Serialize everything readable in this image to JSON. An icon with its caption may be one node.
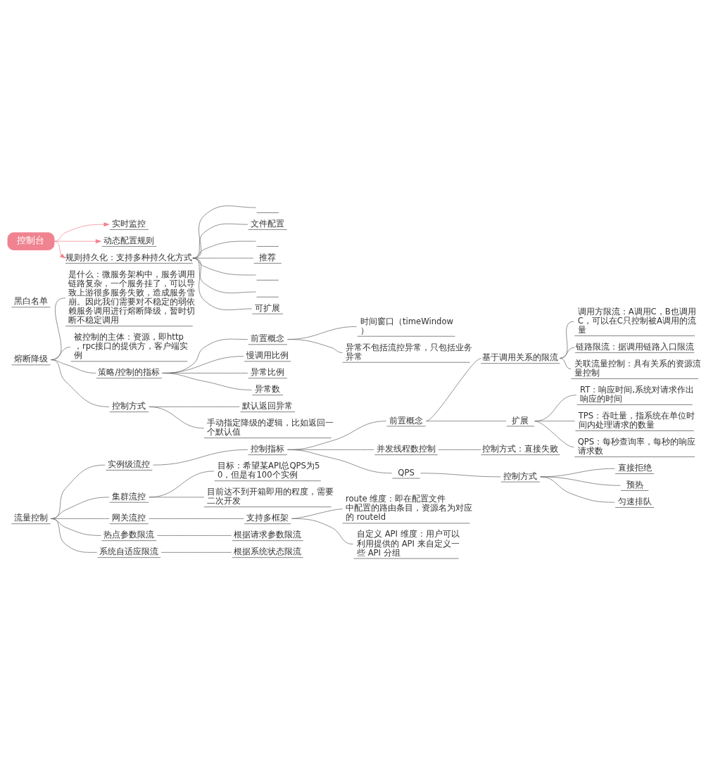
{
  "diagram": {
    "nodes": [
      {
        "text": [
          "流量控制"
        ]
      },
      {
        "text": [
          "实例级流控"
        ]
      },
      {
        "text": [
          "控制指标"
        ]
      },
      {
        "text": [
          "前置概念"
        ]
      },
      {
        "text": [
          "基于调用关系的限流"
        ]
      },
      {
        "text": [
          "调用方限流：A调用C，B也调用C，可以在C只控制被A调用的流量"
        ]
      },
      {
        "text": [
          "链路限流：据调用链路入口限流"
        ]
      },
      {
        "text": [
          "关联流量控制：具有关系的资源流量控制"
        ]
      },
      {
        "text": [
          "扩展"
        ]
      },
      {
        "text": [
          "RT：响应时间,系统对请求作出响应的时间"
        ]
      },
      {
        "text": [
          "TPS：吞吐量，指系统在单位时间内处理请求的数量"
        ]
      },
      {
        "text": [
          "QPS：每秒查询率，每秒的响应请求数"
        ]
      },
      {
        "text": [
          "并发线程数控制"
        ]
      },
      {
        "text": [
          "控制方式：直接失败"
        ]
      },
      {
        "text": [
          "QPS"
        ]
      },
      {
        "text": [
          "控制方式"
        ]
      },
      {
        "text": [
          "直接拒绝"
        ]
      },
      {
        "text": [
          "预热"
        ]
      },
      {
        "text": [
          "匀速排队"
        ]
      },
      {
        "text": [
          "集群流控"
        ]
      },
      {
        "text": [
          "目标：希望某API总QPS为50，但是有100个实例"
        ]
      },
      {
        "text": [
          "目前达不到开箱即用的程度，需要二次开发"
        ]
      },
      {
        "text": [
          "网关流控"
        ]
      },
      {
        "text": [
          "支持多框架"
        ]
      },
      {
        "text": [
          "route 维度：即在配置文件中配置的路由条目，资源名为对应的 routeId"
        ]
      },
      {
        "text": [
          "自定义 API 维度：用户可以利用提供的 API 来自定义一些 API 分组"
        ]
      },
      {
        "text": [
          "热点参数限流"
        ]
      },
      {
        "text": [
          "根据请求参数限流"
        ]
      },
      {
        "text": [
          "系统自适应限流"
        ]
      },
      {
        "text": [
          "根据系统状态限流"
        ]
      },
      {
        "text": [
          "熔断降级"
        ]
      },
      {
        "text": [
          "是什么：微服务架构中，服务调用链路复杂，一个服务挂了，可以导致上游很多服务失败，造成服务雪崩。因此我们需要对不稳定的弱依赖服务调用进行熔断降级，暂时切断不稳定调用"
        ]
      },
      {
        "text": [
          "被控制的主体：资源，即http，rpc接口的提供方，客户端实例"
        ]
      },
      {
        "text": [
          "策略/控制的指标"
        ]
      },
      {
        "text": [
          "前置概念"
        ]
      },
      {
        "text": [
          "时间窗口（timeWindow）"
        ]
      },
      {
        "text": [
          "异常不包括流控异常，只包括业务异常"
        ]
      },
      {
        "text": [
          "慢调用比例"
        ]
      },
      {
        "text": [
          "异常比例"
        ]
      },
      {
        "text": [
          "异常数"
        ]
      },
      {
        "text": [
          "控制方式"
        ]
      },
      {
        "text": [
          "默认返回异常"
        ]
      },
      {
        "text": [
          "手动指定降级的逻辑，比如返回一个默认值"
        ]
      },
      {
        "text": [
          "黑白名单"
        ]
      },
      {
        "text": [
          "实时监控"
        ]
      },
      {
        "text": [
          "动态配置规则"
        ]
      },
      {
        "text": [
          "控制台"
        ]
      },
      {
        "text": [
          "规则持久化：支持多种持久化方式"
        ]
      },
      {
        "text": [],
        "shape": "bar"
      },
      {
        "text": [
          "文件配置"
        ]
      },
      {
        "text": [],
        "shape": "bar"
      },
      {
        "text": [
          "推荐"
        ]
      },
      {
        "text": [],
        "shape": "bar"
      },
      {
        "text": [],
        "shape": "bar"
      },
      {
        "text": [
          "可扩展"
        ]
      }
    ],
    "edges": [
      {
        "from": 0,
        "to": 1,
        "arrow": "none"
      },
      {
        "from": 1,
        "to": 2,
        "arrow": "none"
      },
      {
        "from": 2,
        "to": 3,
        "arrow": "none"
      },
      {
        "from": 3,
        "to": 4,
        "arrow": "none"
      },
      {
        "from": 4,
        "to": 5,
        "arrow": "none"
      },
      {
        "from": 4,
        "to": 6,
        "arrow": "none"
      },
      {
        "from": 4,
        "to": 7,
        "arrow": "none"
      },
      {
        "from": 3,
        "to": 8,
        "arrow": "none"
      },
      {
        "from": 8,
        "to": 9,
        "arrow": "none"
      },
      {
        "from": 8,
        "to": 10,
        "arrow": "none"
      },
      {
        "from": 8,
        "to": 11,
        "arrow": "none"
      },
      {
        "from": 2,
        "to": 12,
        "arrow": "none"
      },
      {
        "from": 12,
        "to": 13,
        "arrow": "none"
      },
      {
        "from": 2,
        "to": 14,
        "arrow": "none"
      },
      {
        "from": 14,
        "to": 15,
        "arrow": "none"
      },
      {
        "from": 15,
        "to": 16,
        "arrow": "none"
      },
      {
        "from": 15,
        "to": 17,
        "arrow": "none"
      },
      {
        "from": 15,
        "to": 18,
        "arrow": "none"
      },
      {
        "from": 0,
        "to": 19,
        "arrow": "none"
      },
      {
        "from": 19,
        "to": 20,
        "arrow": "none"
      },
      {
        "from": 19,
        "to": 21,
        "arrow": "none"
      },
      {
        "from": 0,
        "to": 22,
        "arrow": "none"
      },
      {
        "from": 22,
        "to": 23,
        "arrow": "none"
      },
      {
        "from": 23,
        "to": 24,
        "arrow": "none"
      },
      {
        "from": 23,
        "to": 25,
        "arrow": "none"
      },
      {
        "from": 0,
        "to": 26,
        "arrow": "none"
      },
      {
        "from": 26,
        "to": 27,
        "arrow": "none"
      },
      {
        "from": 0,
        "to": 28,
        "arrow": "none"
      },
      {
        "from": 28,
        "to": 29,
        "arrow": "none"
      },
      {
        "from": 30,
        "to": 31,
        "arrow": "none"
      },
      {
        "from": 30,
        "to": 32,
        "arrow": "none"
      },
      {
        "from": 30,
        "to": 33,
        "arrow": "none"
      },
      {
        "from": 33,
        "to": 34,
        "arrow": "none"
      },
      {
        "from": 34,
        "to": 35,
        "arrow": "none"
      },
      {
        "from": 34,
        "to": 36,
        "arrow": "none"
      },
      {
        "from": 33,
        "to": 37,
        "arrow": "none"
      },
      {
        "from": 33,
        "to": 38,
        "arrow": "none"
      },
      {
        "from": 33,
        "to": 39,
        "arrow": "none"
      },
      {
        "from": 30,
        "to": 40,
        "arrow": "none"
      },
      {
        "from": 40,
        "to": 41,
        "arrow": "none"
      },
      {
        "from": 40,
        "to": 42,
        "arrow": "none"
      },
      {
        "from": 46,
        "to": 44,
        "arrow": "to",
        "color": "#f08390"
      },
      {
        "from": 46,
        "to": 45,
        "arrow": "to",
        "color": "#f08390"
      },
      {
        "from": 46,
        "to": 47,
        "arrow": "to",
        "color": "#f08390"
      },
      {
        "from": 47,
        "to": 48,
        "arrow": "none"
      },
      {
        "from": 47,
        "to": 49,
        "arrow": "none"
      },
      {
        "from": 47,
        "to": 50,
        "arrow": "none"
      },
      {
        "from": 47,
        "to": 51,
        "arrow": "none"
      },
      {
        "from": 47,
        "to": 52,
        "arrow": "none"
      },
      {
        "from": 47,
        "to": 53,
        "arrow": "none"
      },
      {
        "from": 47,
        "to": 54,
        "arrow": "none"
      }
    ]
  }
}
